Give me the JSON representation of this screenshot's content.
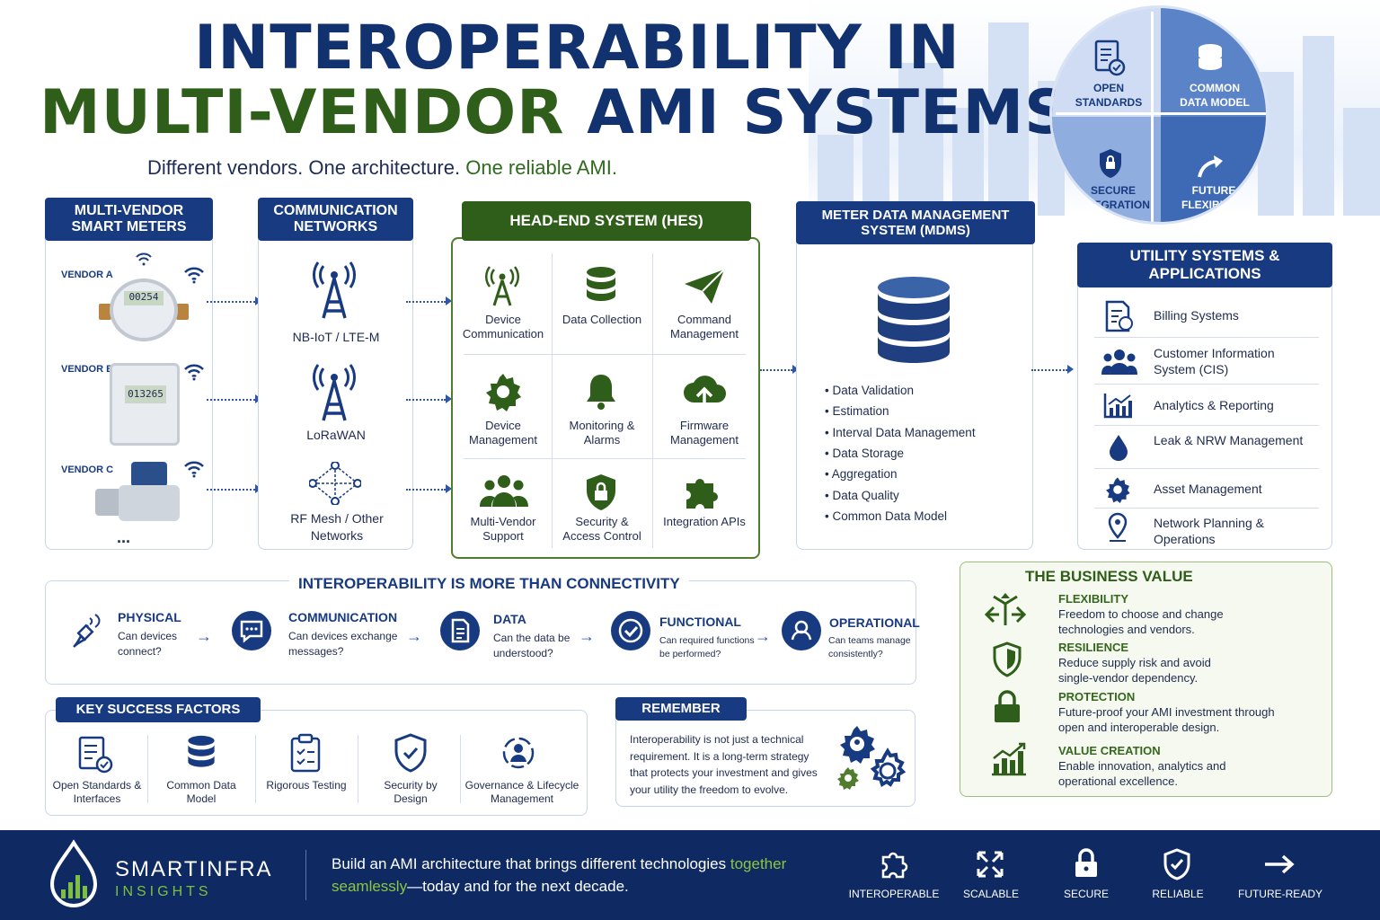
{
  "title": {
    "line1": "INTEROPERABILITY IN",
    "line2_green": "MULTI-VENDOR",
    "line2_navy": "AMI SYSTEMS"
  },
  "subtitle": {
    "part1": "Different vendors. One architecture.",
    "part2": "One reliable AMI."
  },
  "puzzle": {
    "open_standards": "OPEN STANDARDS",
    "common_data_model": "COMMON DATA MODEL",
    "secure_integration": "SECURE INTEGRATION",
    "future_flexibility": "FUTURE FLEXIBILITY"
  },
  "meters": {
    "header": "MULTI-VENDOR SMART METERS",
    "vendor_a": "VENDOR A",
    "vendor_b": "VENDOR B",
    "vendor_c": "VENDOR C",
    "reading_a": "00254",
    "reading_b": "013265",
    "more": "..."
  },
  "networks": {
    "header": "COMMUNICATION NETWORKS",
    "nbiot": "NB-IoT / LTE-M",
    "lorawan": "LoRaWAN",
    "rf_mesh": "RF Mesh / Other Networks"
  },
  "hes": {
    "header": "HEAD-END SYSTEM (HES)",
    "cells": [
      "Device Communication",
      "Data Collection",
      "Command Management",
      "Device Management",
      "Monitoring & Alarms",
      "Firmware Management",
      "Multi-Vendor Support",
      "Security & Access Control",
      "Integration APIs"
    ]
  },
  "mdms": {
    "header": "METER DATA MANAGEMENT SYSTEM (MDMS)",
    "items": [
      "Data Validation",
      "Estimation",
      "Interval Data Management",
      "Data Storage",
      "Aggregation",
      "Data Quality",
      "Common Data Model"
    ]
  },
  "utility": {
    "header": "UTILITY SYSTEMS & APPLICATIONS",
    "items": [
      "Billing Systems",
      "Customer Information System (CIS)",
      "Analytics & Reporting",
      "Leak & NRW Management",
      "Asset Management",
      "Network Planning & Operations"
    ]
  },
  "layers": {
    "header": "INTEROPERABILITY IS MORE THAN CONNECTIVITY",
    "items": [
      {
        "title": "PHYSICAL",
        "text": "Can devices connect?"
      },
      {
        "title": "COMMUNICATION",
        "text": "Can devices exchange messages?"
      },
      {
        "title": "DATA",
        "text": "Can the data be understood?"
      },
      {
        "title": "FUNCTIONAL",
        "text": "Can required functions be performed?"
      },
      {
        "title": "OPERATIONAL",
        "text": "Can teams manage consistently?"
      }
    ]
  },
  "ksf": {
    "header": "KEY SUCCESS FACTORS",
    "items": [
      "Open Standards & Interfaces",
      "Common Data Model",
      "Rigorous Testing",
      "Security by Design",
      "Governance & Lifecycle Management"
    ]
  },
  "remember": {
    "header": "REMEMBER",
    "text": "Interoperability is not just a technical requirement. It is a long-term strategy that protects your investment and gives your utility the freedom to evolve."
  },
  "business_value": {
    "header": "THE BUSINESS VALUE",
    "items": [
      {
        "title": "FLEXIBILITY",
        "text": "Freedom to choose and change technologies and vendors."
      },
      {
        "title": "RESILIENCE",
        "text": "Reduce supply risk and avoid single-vendor dependency."
      },
      {
        "title": "PROTECTION",
        "text": "Future-proof your AMI investment through open and interoperable design."
      },
      {
        "title": "VALUE CREATION",
        "text": "Enable innovation, analytics and operational excellence."
      }
    ]
  },
  "footer": {
    "brand1": "SMARTINFRA",
    "brand2": "INSIGHTS",
    "tagline1": "Build an AMI architecture that brings different technologies",
    "tagline_green1": "together",
    "tagline_green2": "seamlessly",
    "tagline2": "—today and for the next decade.",
    "features": [
      "INTEROPERABLE",
      "SCALABLE",
      "SECURE",
      "RELIABLE",
      "FUTURE-READY"
    ]
  },
  "colors": {
    "navy": "#12316f",
    "green": "#2f5e1a",
    "footer": "#0f2a63"
  }
}
